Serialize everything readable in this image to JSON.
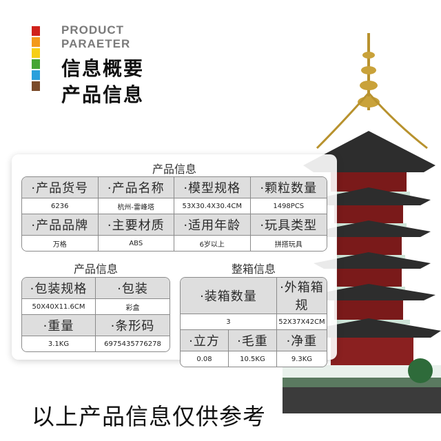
{
  "colors": {
    "bars": [
      "#d0221a",
      "#f39a1a",
      "#f6cf17",
      "#46a535",
      "#2aa0dc",
      "#7b4b2a"
    ],
    "header_gray": "#dedede"
  },
  "header": {
    "line1": "PRODUCT",
    "line2": "PARAETER",
    "title1": "信息概要",
    "title2": "产品信息"
  },
  "card": {
    "top_title": "产品信息",
    "top_table": {
      "rows": [
        [
          "·产品货号",
          "·产品名称",
          "·模型规格",
          "·颗粒数量"
        ],
        [
          "6236",
          "杭州-雷峰塔",
          "53X30.4X30.4CM",
          "1498PCS"
        ],
        [
          "·产品品牌",
          "·主要材质",
          "·适用年龄",
          "·玩具类型"
        ],
        [
          "万格",
          "ABS",
          "6岁以上",
          "拼搭玩具"
        ]
      ]
    },
    "left_title": "产品信息",
    "left_table": {
      "rows": [
        [
          "·包装规格",
          "·包装"
        ],
        [
          "50X40X11.6CM",
          "彩盒"
        ],
        [
          "·重量",
          "·条形码"
        ],
        [
          "3.1KG",
          "6975435776278"
        ]
      ]
    },
    "right_title": "整箱信息",
    "right_table": {
      "rows": [
        [
          "·装箱数量",
          "·外箱箱规"
        ],
        [
          "3",
          "52X37X42CM"
        ],
        [
          "·立方",
          "·毛重",
          "·净重"
        ],
        [
          "0.08",
          "10.5KG",
          "9.3KG"
        ]
      ]
    }
  },
  "footer": {
    "note": "以上产品信息仅供参考"
  },
  "image": {
    "subject": "pagoda-model"
  }
}
